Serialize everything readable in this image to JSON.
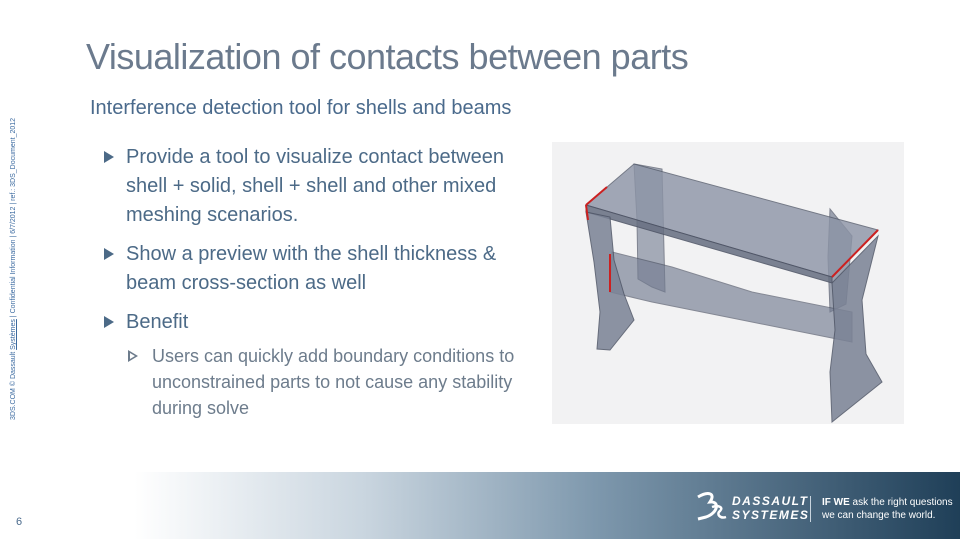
{
  "slide": {
    "title": "Visualization of contacts between parts",
    "subtitle": "Interference detection tool for shells and beams",
    "bullets": [
      "Provide a tool to visualize contact between shell + solid, shell + shell and other mixed meshing scenarios.",
      "Show a preview with the shell thickness & beam cross-section as well",
      "Benefit"
    ],
    "sub_bullets": [
      "Users can quickly add boundary conditions to unconstrained parts to not cause any stability during solve"
    ],
    "side_text_a": "3DS.COM © Dassault ",
    "side_text_link": "Systèmes",
    "side_text_b": " | Confidential Information | 6/7/2012 | ref.: 3DS_Document_2012",
    "page_number": "6"
  },
  "footer": {
    "brand_line1": "DASSAULT",
    "brand_line2": "SYSTEMES",
    "tagline_bold": "IF WE",
    "tagline_rest": " ask the right questions",
    "tagline_line2": "we can change the world."
  },
  "colors": {
    "title": "#6b7a8d",
    "subtitle": "#4a6a8c",
    "footer_dark": "#1f3f58",
    "contact_highlight": "#cc2020"
  }
}
